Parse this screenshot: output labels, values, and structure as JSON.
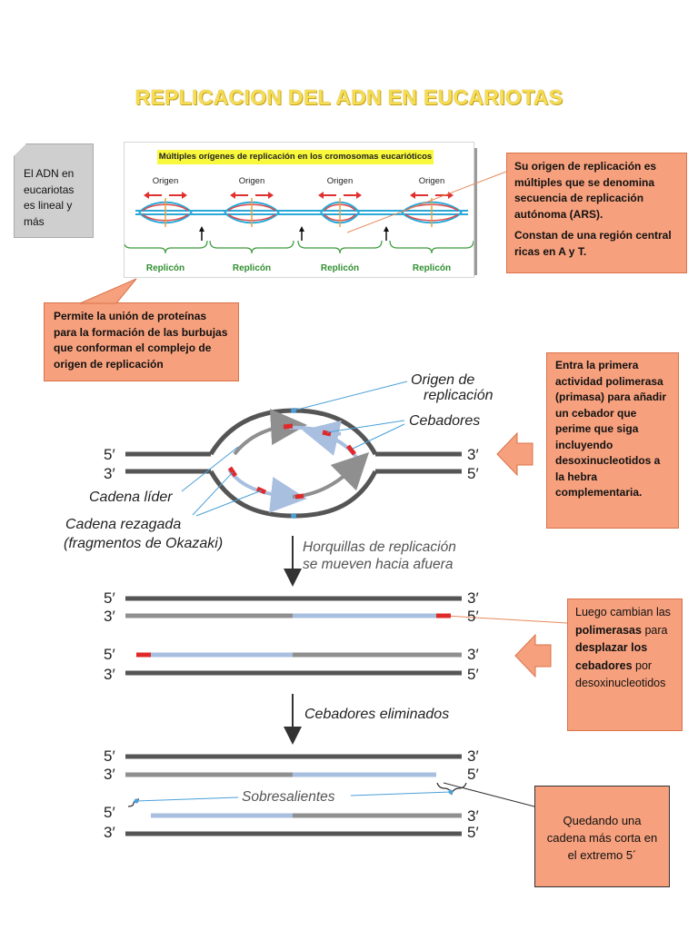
{
  "title": "REPLICACION DEL ADN EN EUCARIOTAS",
  "figure1": {
    "header": "Múltiples orígenes de replicación en los cromosomas eucarióticos",
    "origin_label": "Origen",
    "origin_labels": [
      "Origen",
      "Origen",
      "Origen",
      "Origen"
    ],
    "replicon_labels": [
      "Replicón",
      "Replicón",
      "Replicón",
      "Replicón"
    ]
  },
  "notes": {
    "adn": "El ADN en eucariotas es lineal y más",
    "ars_p1": "Su origen de replicación es múltiples que se denomina secuencia de replicación autónoma (ARS).",
    "ars_p2": "Constan de una región central ricas en A y T.",
    "proteinas": "Permite la unión de proteínas para la formación de las burbujas que conforman el complejo de origen de replicación",
    "primasa": "Entra la primera actividad polimerasa (primasa) para añadir un cebador que perime que siga incluyendo desoxinucleotidos a la hebra complementaria.",
    "polimerasas_1": "Luego cambian las ",
    "polimerasas_2": "polimerasas",
    "polimerasas_3": " para ",
    "polimerasas_4": "desplazar los cebadores",
    "polimerasas_5": " por desoxinucleotidos",
    "corta": "Quedando una cadena más corta en el extremo 5´"
  },
  "diagram": {
    "origen_label_1": "Origen de",
    "origen_label_2": "replicación",
    "cebadores": "Cebadores",
    "cadena_lider": "Cadena líder",
    "cadena_rezagada_1": "Cadena rezagada",
    "cadena_rezagada_2": "(fragmentos de Okazaki)",
    "horquillas_1": "Horquillas de replicación",
    "horquillas_2": "se mueven hacia afuera",
    "cebadores_eliminados": "Cebadores eliminados",
    "sobresalientes": "Sobresalientes",
    "five": "5′",
    "three": "3′"
  },
  "colors": {
    "title_fill": "#f6dd52",
    "note_orange": "#f6a07d",
    "note_gray": "#cfcfcf",
    "strand_dark": "#555555",
    "strand_gray": "#8f8f8f",
    "strand_light": "#a9bfe0",
    "primer_red": "#e02a2a",
    "leader_blue": "#4aa0d8"
  }
}
